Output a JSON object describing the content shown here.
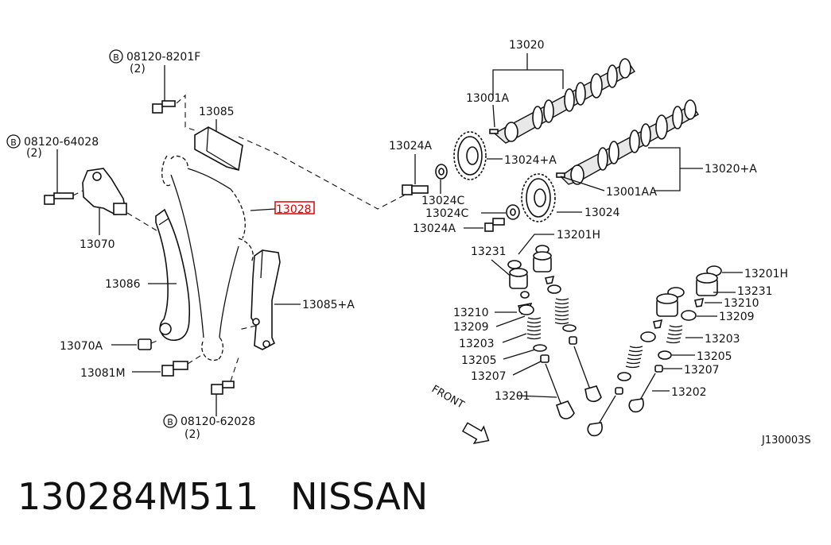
{
  "labels": {
    "bolt_8201f": "08120-8201F",
    "bolt_8201f_qty": "(2)",
    "bolt_64028": "08120-64028",
    "bolt_64028_qty": "(2)",
    "bolt_62028": "08120-62028",
    "bolt_62028_qty": "(2)",
    "b_mark": "B",
    "p13085": "13085",
    "p13028": "13028",
    "p13070": "13070",
    "p13086": "13086",
    "p13070a": "13070A",
    "p13081m": "13081M",
    "p13085a": "13085+A",
    "p13020": "13020",
    "p13001a": "13001A",
    "p13024a_top": "13024A",
    "p13024pa": "13024+A",
    "p13020pa": "13020+A",
    "p13024c_1": "13024C",
    "p13001aa": "13001AA",
    "p13024c_2": "13024C",
    "p13024": "13024",
    "p13024a_bot": "13024A",
    "p13201h_1": "13201H",
    "p13231_1": "13231",
    "p13210_1": "13210",
    "p13209_1": "13209",
    "p13203_1": "13203",
    "p13205_1": "13205",
    "p13207_1": "13207",
    "p13201": "13201",
    "p13201h_2": "13201H",
    "p13231_2": "13231",
    "p13210_2": "13210",
    "p13209_2": "13209",
    "p13203_2": "13203",
    "p13205_2": "13205",
    "p13207_2": "13207",
    "p13202": "13202",
    "front": "FRONT",
    "diagram_code": "J130003S"
  },
  "highlight": {
    "part": "13028",
    "color": "#e00000"
  },
  "footer": {
    "part_number": "130284M511",
    "brand": "NISSAN"
  }
}
